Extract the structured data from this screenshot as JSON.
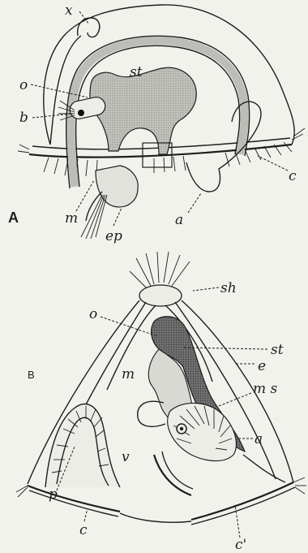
{
  "figure_a": {
    "caption": "A",
    "labels": {
      "x": "x",
      "st": "st",
      "o": "o",
      "b": "b",
      "c": "c",
      "m": "m",
      "ep": "ep",
      "a": "a"
    }
  },
  "figure_b": {
    "caption": "B",
    "labels": {
      "sh": "sh",
      "o": "o",
      "st": "st",
      "e": "e",
      "m": "m",
      "ms": "m s",
      "a": "a",
      "v": "v",
      "p": "p",
      "c": "c",
      "c_prime": "c'"
    }
  },
  "colors": {
    "background": "#f1f2ec",
    "ink": "#1e1e1e",
    "stomach_fill": "#b9b9b4",
    "dark_fill": "#6c6c68"
  }
}
